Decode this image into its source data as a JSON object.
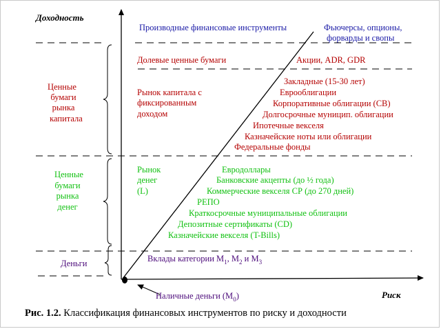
{
  "axes": {
    "y_label": "Доходность",
    "x_label": "Риск"
  },
  "left_groups": {
    "capital_securities": [
      "Ценные",
      "бумаги",
      "рынка",
      "капитала"
    ],
    "money_securities": [
      "Ценные",
      "бумаги",
      "рынка",
      "денег"
    ],
    "money": "Деньги"
  },
  "sections": {
    "derivatives": {
      "title": "Производные финансовые инструменты",
      "examples": [
        "Фьючерсы, опционы,",
        "форварды и свопы"
      ]
    },
    "equity": {
      "title": "Долевые ценные бумаги",
      "examples": "Акции, ADR, GDR"
    },
    "fixed_income": {
      "title": [
        "Рынок капитала с",
        "фиксированным",
        "доходом"
      ],
      "items": [
        "Закладные (15-30 лет)",
        "Еврооблигации",
        "Корпоративные облигации (СВ)",
        "Долгосрочные муницип. облигации",
        "Ипотечные векселя",
        "Казначейские ноты или облигации",
        "Федеральные фонды"
      ]
    },
    "money_market": {
      "title": [
        "Рынок",
        "денег",
        "(L)"
      ],
      "items": [
        "Евродоллары",
        "Банковские акцепты (до ½ года)",
        "Коммерческие векселя СР (до 270 дней)",
        "РЕПО",
        "Краткосрочные муниципальные облигации",
        "Депозитные сертификаты (CD)",
        "Казначейские векселя (T-Bills)"
      ]
    },
    "deposits": {
      "prefix": "Вклады категории М",
      "s1": "1",
      "mid1": ",  М",
      "s2": "2",
      "mid2": " и  М",
      "s3": "3"
    }
  },
  "cash": {
    "prefix": "Наличные деньги (М",
    "sub": "0",
    "suffix": ")"
  },
  "caption": {
    "number": "Рис. 1.2.",
    "text": " Классификация финансовых инструментов по риску и доходности"
  },
  "colors": {
    "blue": "#1a1aa6",
    "red": "#b40000",
    "green": "#10c010",
    "purple": "#4b0a7a"
  }
}
